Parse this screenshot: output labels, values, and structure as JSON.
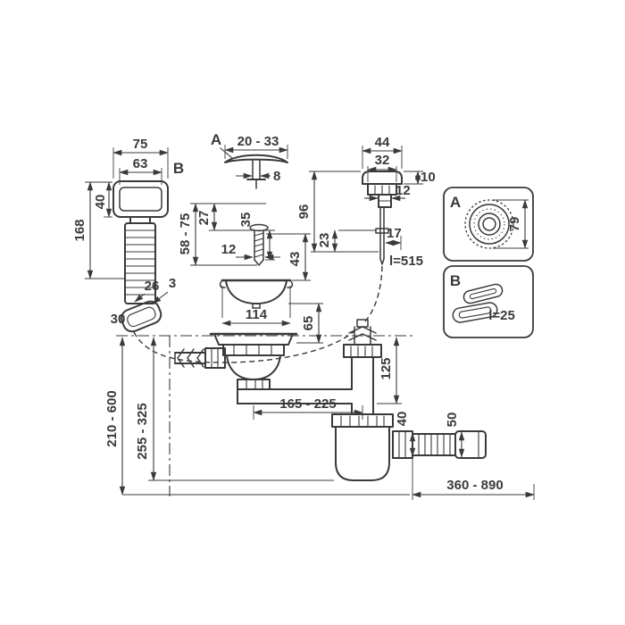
{
  "drawing": {
    "title": "Sink waste and siphon dimensional drawing",
    "line_color": "#3a3a3a",
    "background": "#ffffff"
  },
  "sections": {
    "a": "A",
    "b": "B"
  },
  "details": {
    "a": {
      "label": "A",
      "diameter": "79"
    },
    "b": {
      "label": "B",
      "length": "l=25"
    }
  },
  "dims": {
    "d75": "75",
    "d63": "63",
    "d168": "168",
    "d40_left": "40",
    "d26": "26",
    "d3": "3",
    "d30": "30",
    "d20_33": "20 - 33",
    "d8": "8",
    "d27": "27",
    "d58_75": "58 - 75",
    "d35": "35",
    "d12_screw": "12",
    "d43": "43",
    "d114": "114",
    "d65": "65",
    "d44": "44",
    "d32": "32",
    "d10": "10",
    "d96": "96",
    "d12_knob": "12",
    "d23": "23",
    "d17": "17",
    "rod_length": "l=515",
    "d125": "125",
    "d165_225": "165 - 225",
    "d40_outlet": "40",
    "d50": "50",
    "d360_890": "360 - 890",
    "d210_600": "210 - 600",
    "d255_325": "255 - 325"
  }
}
